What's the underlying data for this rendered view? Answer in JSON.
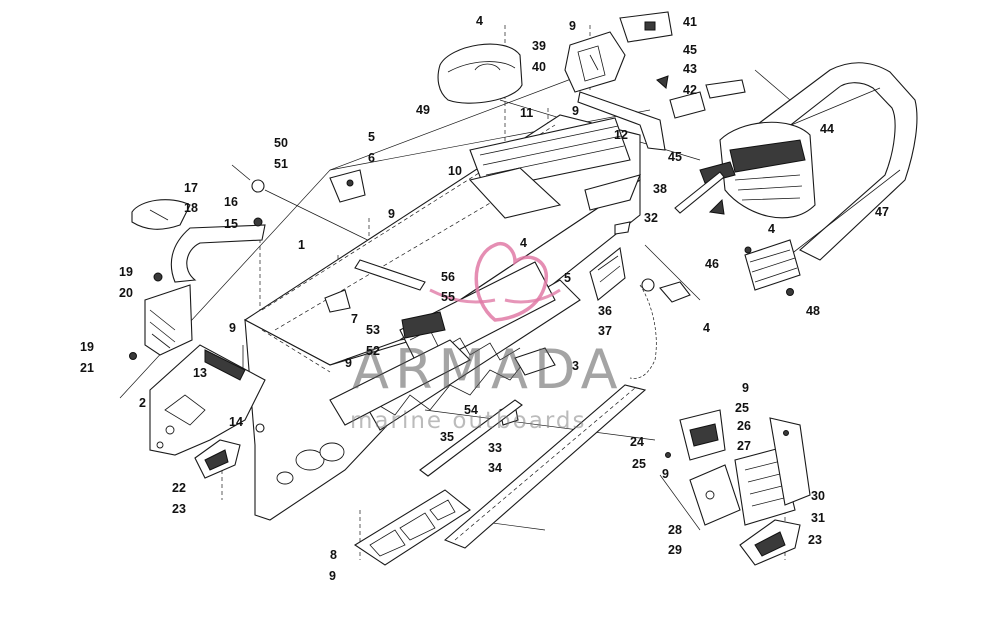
{
  "watermark": {
    "brand": "ARMADA",
    "tagline": "marine outboards",
    "logo_color": "#e07aa6"
  },
  "callouts": [
    {
      "id": "c1",
      "label": "1"
    },
    {
      "id": "c2",
      "label": "2"
    },
    {
      "id": "c3",
      "label": "3"
    },
    {
      "id": "c4a",
      "label": "4"
    },
    {
      "id": "c4b",
      "label": "4"
    },
    {
      "id": "c4c",
      "label": "4"
    },
    {
      "id": "c4d",
      "label": "4"
    },
    {
      "id": "c5a",
      "label": "5"
    },
    {
      "id": "c5b",
      "label": "5"
    },
    {
      "id": "c6",
      "label": "6"
    },
    {
      "id": "c7",
      "label": "7"
    },
    {
      "id": "c8",
      "label": "8"
    },
    {
      "id": "c9a",
      "label": "9"
    },
    {
      "id": "c9b",
      "label": "9"
    },
    {
      "id": "c9c",
      "label": "9"
    },
    {
      "id": "c9d",
      "label": "9"
    },
    {
      "id": "c9e",
      "label": "9"
    },
    {
      "id": "c9f",
      "label": "9"
    },
    {
      "id": "c9g",
      "label": "9"
    },
    {
      "id": "c9h",
      "label": "9"
    },
    {
      "id": "c10",
      "label": "10"
    },
    {
      "id": "c11",
      "label": "11"
    },
    {
      "id": "c12",
      "label": "12"
    },
    {
      "id": "c13",
      "label": "13"
    },
    {
      "id": "c14",
      "label": "14"
    },
    {
      "id": "c15",
      "label": "15"
    },
    {
      "id": "c16",
      "label": "16"
    },
    {
      "id": "c17",
      "label": "17"
    },
    {
      "id": "c18",
      "label": "18"
    },
    {
      "id": "c19a",
      "label": "19"
    },
    {
      "id": "c19b",
      "label": "19"
    },
    {
      "id": "c20",
      "label": "20"
    },
    {
      "id": "c21",
      "label": "21"
    },
    {
      "id": "c22",
      "label": "22"
    },
    {
      "id": "c23a",
      "label": "23"
    },
    {
      "id": "c23b",
      "label": "23"
    },
    {
      "id": "c24",
      "label": "24"
    },
    {
      "id": "c25a",
      "label": "25"
    },
    {
      "id": "c25b",
      "label": "25"
    },
    {
      "id": "c26",
      "label": "26"
    },
    {
      "id": "c27",
      "label": "27"
    },
    {
      "id": "c28",
      "label": "28"
    },
    {
      "id": "c29",
      "label": "29"
    },
    {
      "id": "c30",
      "label": "30"
    },
    {
      "id": "c31",
      "label": "31"
    },
    {
      "id": "c32",
      "label": "32"
    },
    {
      "id": "c33",
      "label": "33"
    },
    {
      "id": "c34",
      "label": "34"
    },
    {
      "id": "c35",
      "label": "35"
    },
    {
      "id": "c36",
      "label": "36"
    },
    {
      "id": "c37",
      "label": "37"
    },
    {
      "id": "c38",
      "label": "38"
    },
    {
      "id": "c39",
      "label": "39"
    },
    {
      "id": "c40",
      "label": "40"
    },
    {
      "id": "c41",
      "label": "41"
    },
    {
      "id": "c42",
      "label": "42"
    },
    {
      "id": "c43",
      "label": "43"
    },
    {
      "id": "c44",
      "label": "44"
    },
    {
      "id": "c45a",
      "label": "45"
    },
    {
      "id": "c45b",
      "label": "45"
    },
    {
      "id": "c46",
      "label": "46"
    },
    {
      "id": "c47",
      "label": "47"
    },
    {
      "id": "c48",
      "label": "48"
    },
    {
      "id": "c49",
      "label": "49"
    },
    {
      "id": "c50",
      "label": "50"
    },
    {
      "id": "c51",
      "label": "51"
    },
    {
      "id": "c52",
      "label": "52"
    },
    {
      "id": "c53",
      "label": "53"
    },
    {
      "id": "c54",
      "label": "54"
    },
    {
      "id": "c55",
      "label": "55"
    },
    {
      "id": "c56",
      "label": "56"
    }
  ]
}
